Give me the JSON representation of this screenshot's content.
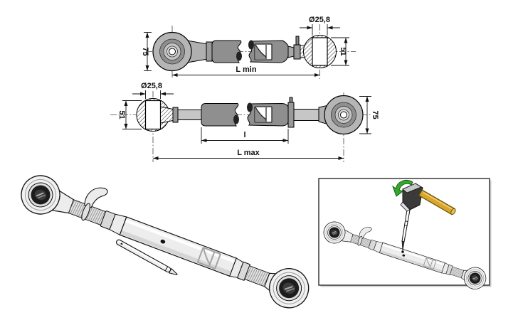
{
  "figure": {
    "type": "technical-drawing-top-link",
    "background": "#ffffff"
  },
  "drawing_min": {
    "height_label": "75",
    "bore_label": "Ø25,8",
    "ball_label": "51",
    "length_label": "L min"
  },
  "drawing_max": {
    "bore_label": "Ø25,8",
    "ball_label": "51",
    "tube_label": "l",
    "length_label": "L max",
    "height_label": "75"
  },
  "icons": {
    "hammer": "hammer-icon",
    "rotation_arrow": "rotation-arrow-icon",
    "drift_punch": "drift-punch-icon",
    "brand_logo": "brand-logo-mark"
  },
  "colors": {
    "part_dark_gray": "#8f8f8f",
    "part_mid_gray": "#9c9c9c",
    "part_light_gray": "#c6c6c6",
    "render_body": "#ededed",
    "bearing_dark": "#1c1c1c",
    "hammer_handle_gold": "#d9a52b",
    "arrow_green": "#38a52e",
    "outline": "#111111"
  }
}
